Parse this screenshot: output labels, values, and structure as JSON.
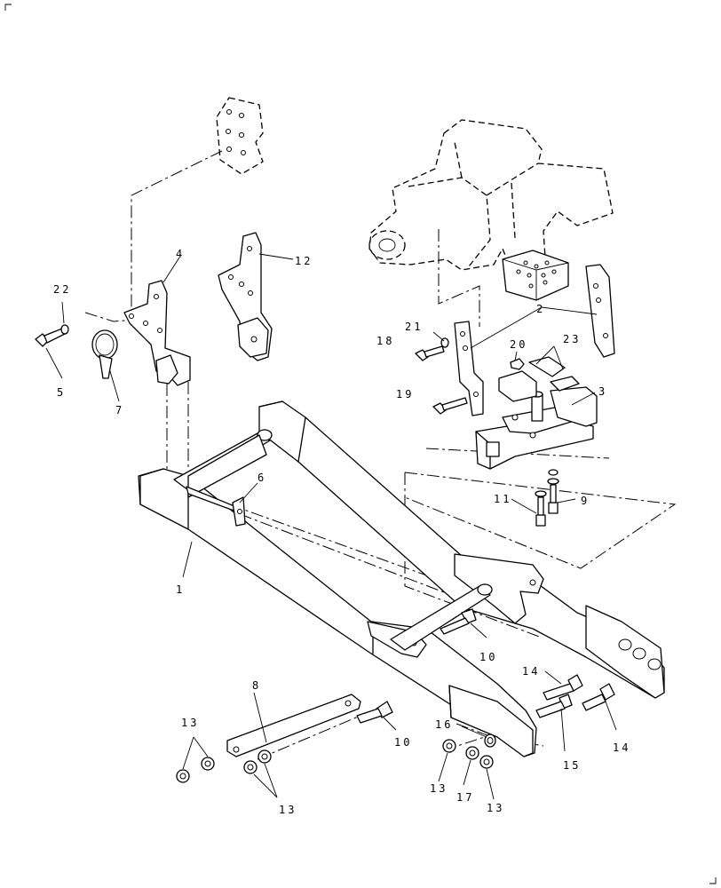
{
  "diagram": {
    "callouts": [
      "1",
      "2",
      "3",
      "4",
      "5",
      "6",
      "7",
      "8",
      "9",
      "10",
      "10",
      "11",
      "12",
      "13",
      "13",
      "13",
      "13",
      "14",
      "14",
      "15",
      "16",
      "17",
      "18",
      "19",
      "20",
      "21",
      "22",
      "23"
    ]
  }
}
